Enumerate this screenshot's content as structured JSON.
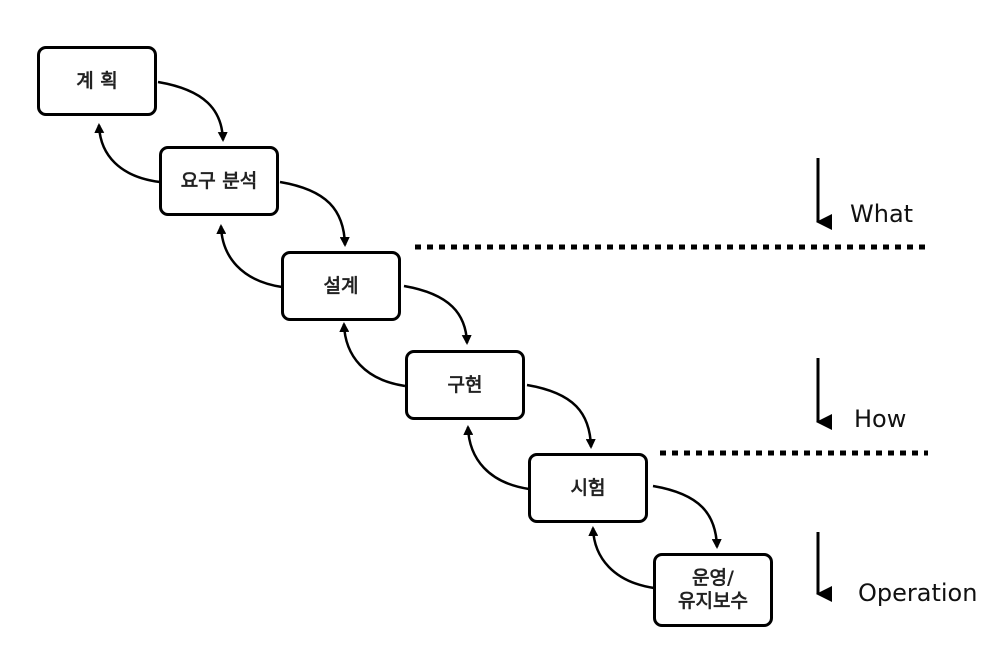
{
  "stages": [
    {
      "label": "계 획"
    },
    {
      "label": "요구 분석"
    },
    {
      "label": "설계"
    },
    {
      "label": "구현"
    },
    {
      "label": "시험"
    },
    {
      "label": "운영/\n유지보수"
    }
  ],
  "phases": [
    {
      "label": "What"
    },
    {
      "label": "How"
    },
    {
      "label": "Operation"
    }
  ]
}
